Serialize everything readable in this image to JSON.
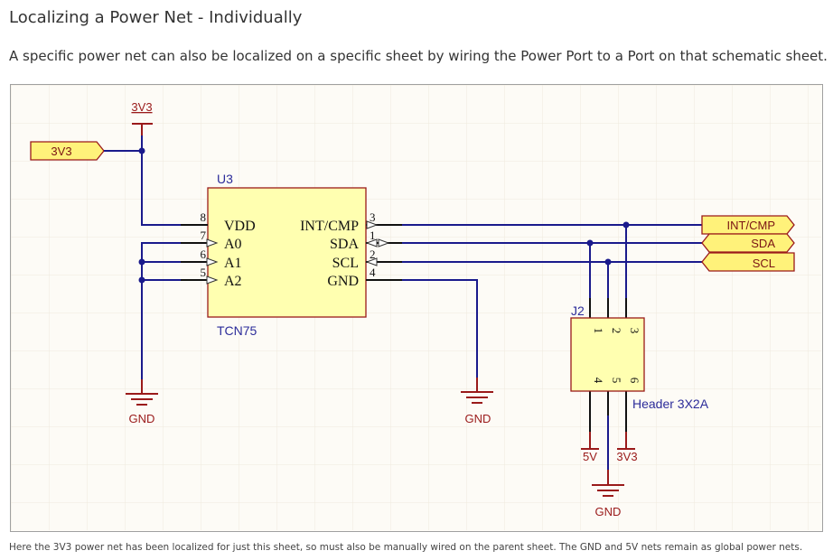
{
  "title": "Localizing a Power Net - Individually",
  "intro": "A specific power net can also be localized on a specific sheet by wiring the Power Port to a Port on that schematic sheet.",
  "caption": "Here the 3V3 power net has been localized for just this sheet, so must also be manually wired on the parent sheet. The GND and 5V nets remain as global power nets.",
  "schematic": {
    "power_ports": {
      "top_3v3": "3V3",
      "gnd_left": "GND",
      "gnd_mid": "GND",
      "gnd_j2": "GND",
      "j2_5v": "5V",
      "j2_3v3": "3V3"
    },
    "ports": {
      "left": "3V3",
      "int": "INT/CMP",
      "sda": "SDA",
      "scl": "SCL"
    },
    "u3": {
      "designator": "U3",
      "comment": "TCN75",
      "left_pins": [
        {
          "num": "8",
          "name": "VDD"
        },
        {
          "num": "7",
          "name": "A0"
        },
        {
          "num": "6",
          "name": "A1"
        },
        {
          "num": "5",
          "name": "A2"
        }
      ],
      "right_pins": [
        {
          "num": "3",
          "name": "INT/CMP"
        },
        {
          "num": "1",
          "name": "SDA"
        },
        {
          "num": "2",
          "name": "SCL"
        },
        {
          "num": "4",
          "name": "GND"
        }
      ]
    },
    "j2": {
      "designator": "J2",
      "comment": "Header 3X2A",
      "top_pins": [
        "1",
        "2",
        "3"
      ],
      "bottom_pins": [
        "4",
        "5",
        "6"
      ]
    },
    "colors": {
      "wire": "#1a1a8c",
      "power": "#9a1a1a",
      "component_fill": "#ffffb0",
      "port_fill": "#fff27a"
    }
  }
}
